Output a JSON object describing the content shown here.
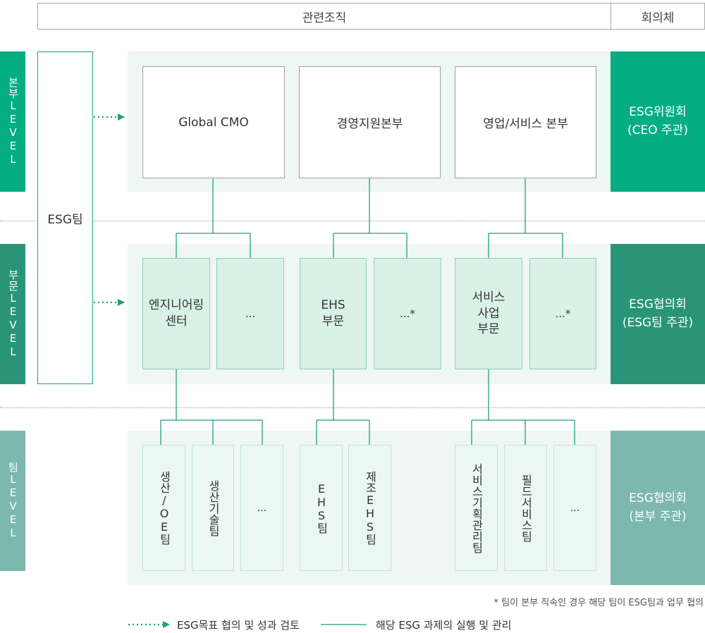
{
  "header": {
    "related_org": "관련조직",
    "council": "회의체"
  },
  "levels": {
    "hq": "본부LEVEL",
    "div": "부문LEVEL",
    "team": "팀LEVEL"
  },
  "esg_team": "ESG팀",
  "hq_units": [
    "Global CMO",
    "경영지원본부",
    "영업/서비스 본부"
  ],
  "div_units": [
    "엔지니어링\n센터",
    "...",
    "EHS\n부문",
    "...*",
    "서비스\n사업\n부문",
    "...*"
  ],
  "team_units": [
    "생산/OE팀",
    "생산기술팀",
    "...",
    "EHS팀",
    "제조EHS팀",
    "서비스기획관리팀",
    "필드서비스팀",
    "..."
  ],
  "councils": {
    "hq": "ESG위원회\n(CEO 주관)",
    "div": "ESG협의회\n(ESG팀 주관)",
    "team": "ESG협의회\n(본부 주관)"
  },
  "note": "* 팀이 본부 직속인 경우 해당 팀이 ESG팀과 업무 협의",
  "legend": {
    "dotted": "ESG목표 협의 및 성과 검토",
    "solid": "해당 ESG 과제의 실행 및 관리"
  },
  "colors": {
    "accent": "#1f9f80",
    "hq_level": "#05ad83",
    "div_level": "#2a9478",
    "team_level": "#7cb8ad",
    "council_hq": "#05ad83",
    "council_div": "#2a9478",
    "council_team": "#7cb8ad"
  }
}
